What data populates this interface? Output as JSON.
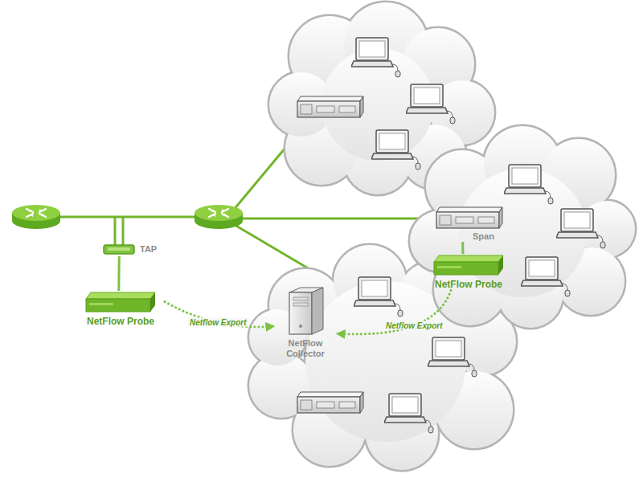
{
  "diagram": {
    "nodes": [
      {
        "text": [
          "TAP"
        ]
      },
      {
        "text": [
          "NetFlow Probe"
        ]
      },
      {
        "text": [
          "Span"
        ]
      },
      {
        "text": [
          "NetFlow Probe"
        ]
      },
      {
        "text": [
          "NetFlow Collector"
        ]
      }
    ],
    "edges": [
      {
        "from": 0,
        "to": 1,
        "arrow": "none"
      },
      {
        "from": 2,
        "to": 3,
        "arrow": "none"
      },
      {
        "from": 1,
        "to": 4,
        "label": "Netflow Export",
        "arrow": "to"
      },
      {
        "from": 3,
        "to": 4,
        "label": "Netflow Export",
        "arrow": "to"
      }
    ]
  }
}
